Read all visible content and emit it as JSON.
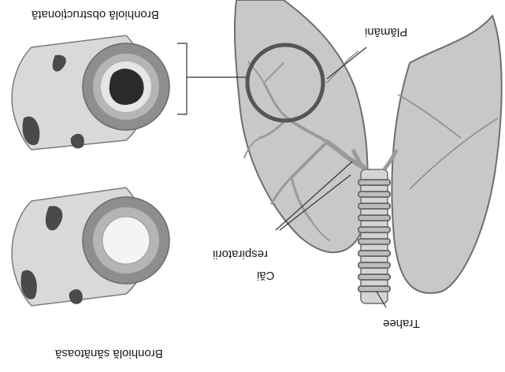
{
  "labels": {
    "obstructed": "Bronhiolă obstrucționată",
    "healthy": "Bronhiolă sănătoasă",
    "lung": "Plămâni",
    "airways_line1": "Căi",
    "airways_line2": "respiratorii",
    "trachea": "Trahee"
  },
  "colors": {
    "lung_fill": "#c8c8c8",
    "lung_stroke": "#6e6e6e",
    "airway": "#9a9a9a",
    "dark_band": "#4a4a4a",
    "mid_band": "#8e8e8e",
    "light_tube": "#d9d9d9",
    "lumen_clear": "#f4f4f4",
    "lumen_blocked": "#2b2b2b"
  }
}
